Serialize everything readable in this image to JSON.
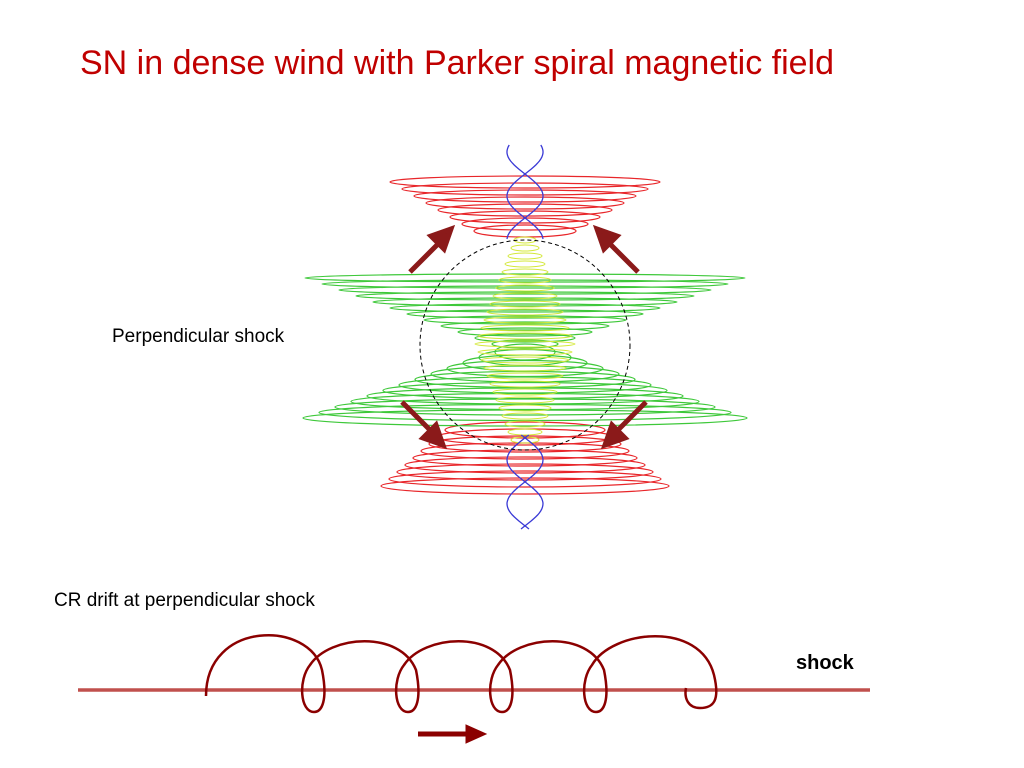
{
  "slide": {
    "title": "SN in dense wind with Parker spiral magnetic field"
  },
  "labels": {
    "perpendicular_shock": "Perpendicular shock",
    "cr_drift": "CR drift at perpendicular shock",
    "shock": "shock"
  },
  "colors": {
    "title": "#c00000",
    "outer_field": "#e8262a",
    "equatorial_field": "#3ec83a",
    "inner_field": "#d4e83a",
    "axis_field": "#3a3ad6",
    "arrows": "#8b1a1a",
    "shock_line": "#c0504d",
    "drift_orbit": "#8b0000"
  }
}
